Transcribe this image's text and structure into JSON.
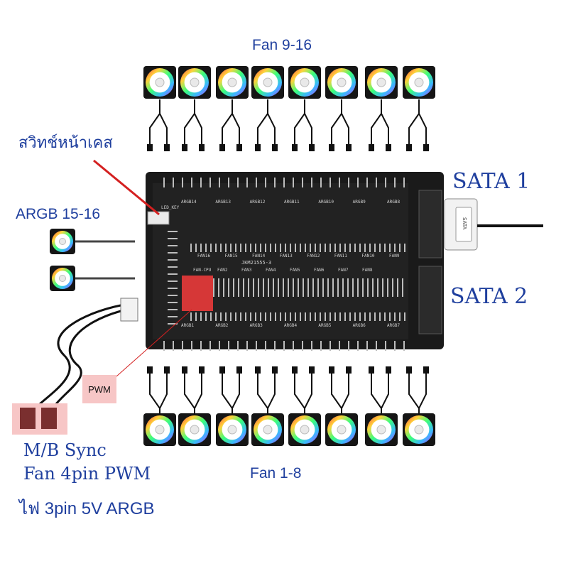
{
  "labels": {
    "fan_top": "Fan 9-16",
    "fan_bottom": "Fan 1-8",
    "front_switch": "สวิทช์หน้าเคส",
    "argb_side": "ARGB 15-16",
    "sata1": "SATA 1",
    "sata2": "SATA 2",
    "pwm": "PWM",
    "mb_sync": "M/B Sync",
    "fan_pwm": "Fan 4pin PWM",
    "argb_light": "ไฟ 3pin 5V ARGB"
  },
  "board": {
    "model": "JKM21555-3",
    "led_key": "LED_KEY",
    "sata_badge": "SATA",
    "top_header_labels": [
      "ARGB14",
      "ARGB13",
      "ARGB12",
      "ARGB11",
      "ARGB10",
      "ARGB9",
      "ARGB8"
    ],
    "mid_fan_labels_top": [
      "FAN16",
      "FAN15",
      "FAN14",
      "FAN13",
      "FAN12",
      "FAN11",
      "FAN10",
      "FAN9"
    ],
    "mid_fan_labels_bottom": [
      "FAN-CPU",
      "FAN2",
      "FAN3",
      "FAN4",
      "FAN5",
      "FAN6",
      "FAN7",
      "FAN8"
    ],
    "bottom_header_labels": [
      "ARGB1",
      "ARGB2",
      "ARGB3",
      "ARGB4",
      "ARGB5",
      "ARGB6",
      "ARGB7"
    ]
  },
  "colors": {
    "board": "#1a1a1a",
    "accent_blue": "#1f3f9e",
    "pointer_red": "#d42020",
    "pwm_highlight": "#f7c6c6",
    "header_red": "#e63a3a"
  }
}
